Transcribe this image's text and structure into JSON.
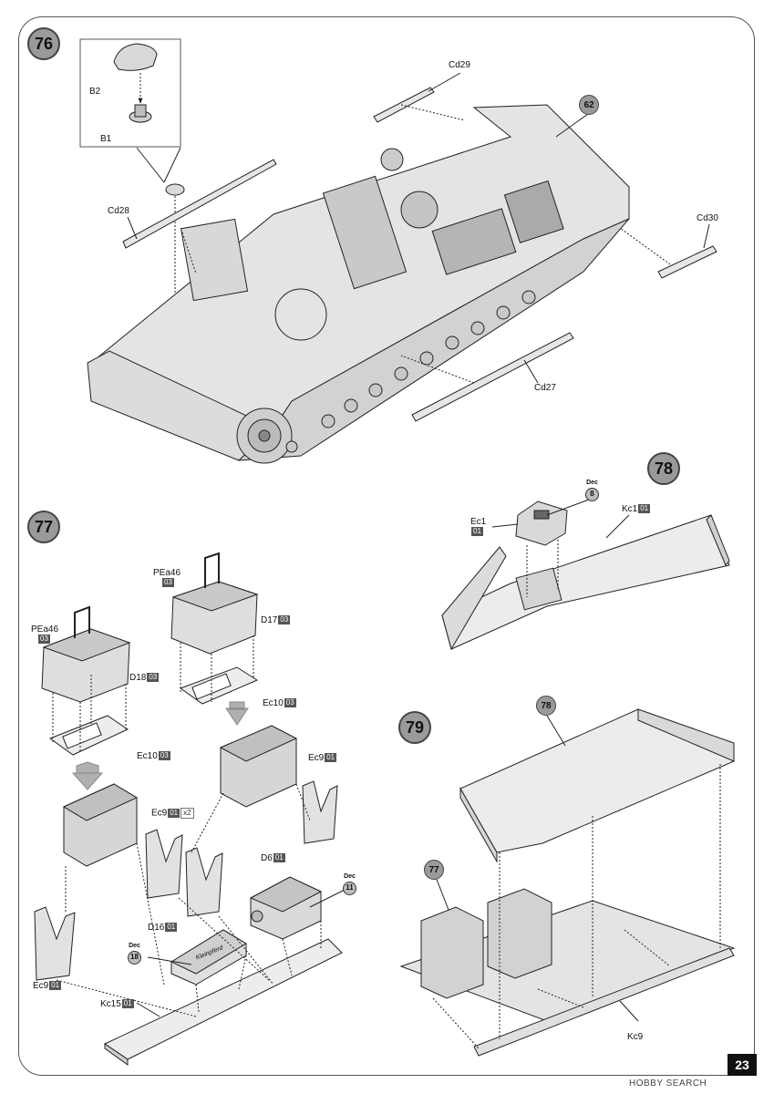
{
  "page_number": "23",
  "watermark": "HOBBY SEARCH",
  "steps": {
    "s76": {
      "number": "76",
      "labels": {
        "b2": "B2",
        "b1": "B1",
        "cd29": "Cd29",
        "cd28": "Cd28",
        "cd30": "Cd30",
        "cd27": "Cd27"
      },
      "ref_step": "62"
    },
    "s77": {
      "number": "77",
      "labels": {
        "pea46_left": "PEa46",
        "pea46_left_code": "03",
        "pea46_right": "PEa46",
        "pea46_right_code": "03",
        "d18": "D18",
        "d18_code": "03",
        "d17": "D17",
        "d17_code": "03",
        "ec10_left": "Ec10",
        "ec10_left_code": "03",
        "ec10_right": "Ec10",
        "ec10_right_code": "03",
        "ec9_mid": "Ec9",
        "ec9_mid_code": "01",
        "ec9_mid_qty": "x2",
        "ec9_right": "Ec9",
        "ec9_right_code": "01",
        "ec9_left": "Ec9",
        "ec9_left_code": "01",
        "d6": "D6",
        "d6_code": "01",
        "d16": "D16",
        "d16_code": "01",
        "kc15": "Kc15",
        "kc15_code": "01"
      },
      "dec_word": "Dec",
      "dec_11": "11",
      "dec_18": "18",
      "box_text": "Kleinpferd"
    },
    "s78": {
      "number": "78",
      "labels": {
        "ec1": "Ec1",
        "ec1_code": "01",
        "kc1": "Kc1",
        "kc1_code": "01"
      },
      "dec_word": "Dec",
      "dec_8": "8"
    },
    "s79": {
      "number": "79",
      "ref_78": "78",
      "ref_77": "77",
      "labels": {
        "kc9": "Kc9"
      }
    }
  }
}
